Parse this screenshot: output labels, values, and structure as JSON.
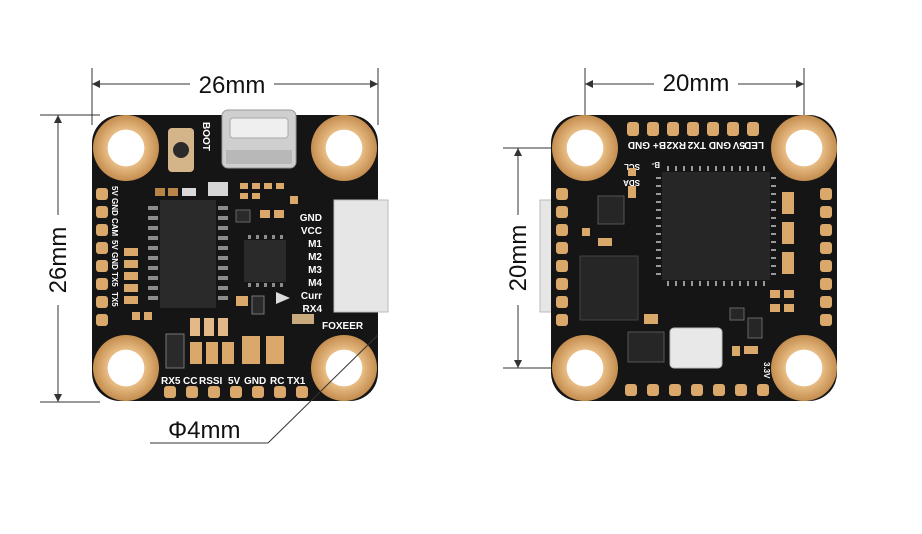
{
  "dimensions": {
    "front_width": "26mm",
    "front_height": "26mm",
    "back_width": "20mm",
    "back_height": "20mm",
    "hole_diameter": "Φ4mm"
  },
  "front_board": {
    "boot_label": "BOOT",
    "brand": "FOXEER",
    "right_pins": [
      "GND",
      "VCC",
      "M1",
      "M2",
      "M3",
      "M4",
      "Curr",
      "RX4"
    ],
    "bottom_pins": [
      "RX5",
      "CC",
      "RSSI",
      "5V",
      "GND",
      "RC",
      "TX1"
    ],
    "left_pins": [
      "5V",
      "GND",
      "CAM",
      "5V",
      "GND",
      "TX5",
      "TX5"
    ]
  },
  "back_board": {
    "top_pins": [
      "LED",
      "5V",
      "GND",
      "TX2",
      "RX2",
      "B+",
      "GND"
    ],
    "labels": {
      "b_minus": "B-",
      "scl": "SCL",
      "sda": "SDA",
      "v33": "3.3V"
    }
  },
  "colors": {
    "pcb": "#151515",
    "gold": "#d9a86a",
    "gold_dark": "#b98448",
    "dim_line": "#222222"
  }
}
